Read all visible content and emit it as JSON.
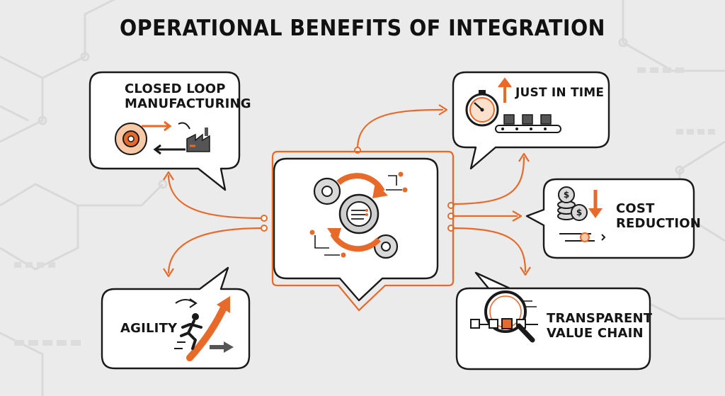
{
  "title": "OPERATIONAL BENEFITS OF INTEGRATION",
  "colors": {
    "accent": "#e86a2a",
    "accent_light": "#f2a26b",
    "outline": "#1a1a1a",
    "background": "#ebebeb",
    "card": "#ffffff"
  },
  "nodes": {
    "closed_loop": {
      "line1": "CLOSED LOOP",
      "line2": "MANUFACTURING",
      "icon": "gear-to-factory-loop-icon"
    },
    "just_in_time": {
      "line1": "JUST IN TIME",
      "icon": "stopwatch-conveyor-icon"
    },
    "cost_reduction": {
      "line1": "COST",
      "line2": "REDUCTION",
      "icon": "coins-down-arrow-icon"
    },
    "transparent": {
      "line1": "TRANSPARENT",
      "line2": "VALUE CHAIN",
      "icon": "magnifier-chain-icon"
    },
    "agility": {
      "line1": "AGILITY",
      "icon": "running-person-arrows-icon"
    },
    "hub": {
      "icon": "integration-gears-cycle-icon"
    }
  }
}
